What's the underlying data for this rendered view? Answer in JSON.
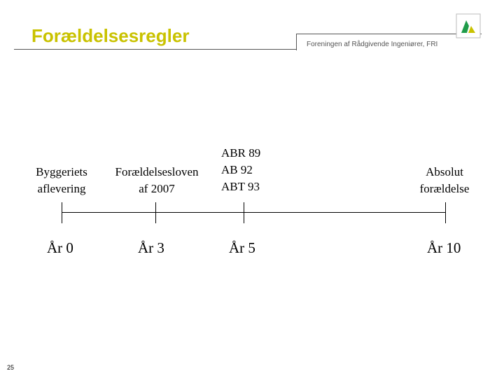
{
  "slide": {
    "title": "Forældelsesregler",
    "organization": "Foreningen af Rådgivende Ingeniører, FRI",
    "page_number": "25",
    "brand_color": "#c9c200",
    "logo_icon": "fri-logo-icon"
  },
  "timeline": {
    "events": [
      {
        "line1": "Byggeriets",
        "line2": "aflevering",
        "year_label": "År 0"
      },
      {
        "line1": "Forældelsesloven",
        "line2": "af 2007",
        "year_label": "År 3"
      },
      {
        "line1": "ABR 89",
        "line2": "AB 92",
        "line3": "ABT 93",
        "year_label": "År 5"
      },
      {
        "line1": "Absolut",
        "line2": "forældelse",
        "year_label": "År 10"
      }
    ]
  }
}
